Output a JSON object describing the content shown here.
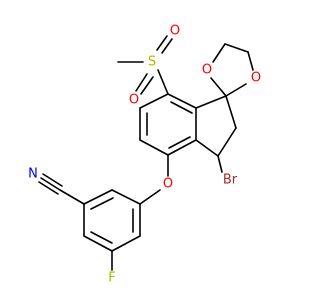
{
  "molecule": {
    "atoms": {
      "methyl_s": {
        "text": "S",
        "color": "#b5b500"
      },
      "sulfonyl_o1": {
        "text": "O",
        "color": "#ff0000"
      },
      "sulfonyl_o2": {
        "text": "O",
        "color": "#ff0000"
      },
      "dioxolane_o1": {
        "text": "O",
        "color": "#ff0000"
      },
      "dioxolane_o2": {
        "text": "O",
        "color": "#ff0000"
      },
      "ether_o": {
        "text": "O",
        "color": "#ff0000"
      },
      "bromine": {
        "text": "Br",
        "color": "#a52a2a"
      },
      "fluorine": {
        "text": "F",
        "color": "#88cc00"
      },
      "nitrile_n": {
        "text": "N",
        "color": "#0000ff"
      }
    },
    "bond_color": "#000000"
  }
}
